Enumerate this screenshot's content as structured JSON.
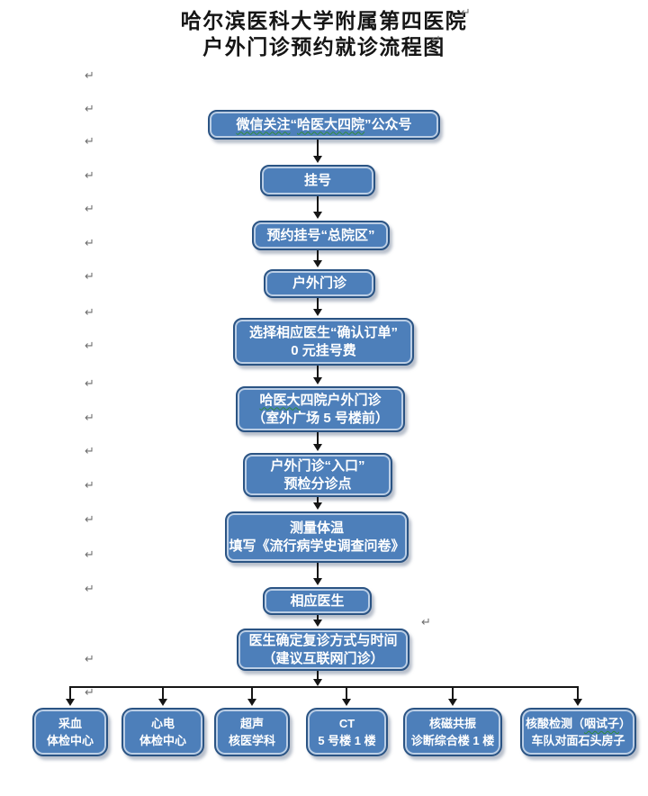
{
  "title": {
    "line1": "哈尔滨医科大学附属第四医院",
    "line2": "户外门诊预约就诊流程图"
  },
  "marks": {
    "pilcrow_glyph": "↵"
  },
  "colors": {
    "node_fill": "#4d7fba",
    "node_border": "#2b5484",
    "node_text": "#ffffff",
    "arrow": "#161616",
    "spellcheck_squiggle": "#2f8b3a",
    "title_text": "#151515",
    "paragraph_mark": "#6e6e6e"
  },
  "flow": {
    "nodes": [
      {
        "line1": [
          {
            "t": "微信关注",
            "sq": true
          },
          {
            "t": "“",
            "sq": false
          },
          {
            "t": "哈医大四院",
            "sq": true
          },
          {
            "t": "”公众号",
            "sq": false
          }
        ]
      },
      {
        "line1": "挂号"
      },
      {
        "line1": "预约挂号“总院区”"
      },
      {
        "line1": "户外门诊"
      },
      {
        "line1": "选择相应医生“确认订单”",
        "line2": "0 元挂号费"
      },
      {
        "line1": [
          {
            "t": "哈医大",
            "sq": true
          },
          {
            "t": "四院户外门诊",
            "sq": false
          }
        ],
        "line2": "（室外广场 5 号楼前）"
      },
      {
        "line1": "户外门诊“入口”",
        "line2": "预检分诊点"
      },
      {
        "line1": "测量体温",
        "line2": "填写《流行病学史调查问卷》"
      },
      {
        "line1": "相应医生"
      },
      {
        "line1": "医生确定复诊方式与时间",
        "line2": "（建议互联网门诊）"
      }
    ]
  },
  "destinations": [
    {
      "line1": "采血",
      "line2": "体检中心"
    },
    {
      "line1": "心电",
      "line2": "体检中心"
    },
    {
      "line1": "超声",
      "line2": "核医学科"
    },
    {
      "line1": "CT",
      "line2": "5 号楼 1 楼"
    },
    {
      "line1": "核磁共振",
      "line2": "诊断综合楼 1 楼"
    },
    {
      "line1": [
        {
          "t": "核酸检测（",
          "sq": false
        },
        {
          "t": "咽试子",
          "sq": true
        },
        {
          "t": "）",
          "sq": false
        }
      ],
      "line2": "车队对面石头房子"
    }
  ]
}
